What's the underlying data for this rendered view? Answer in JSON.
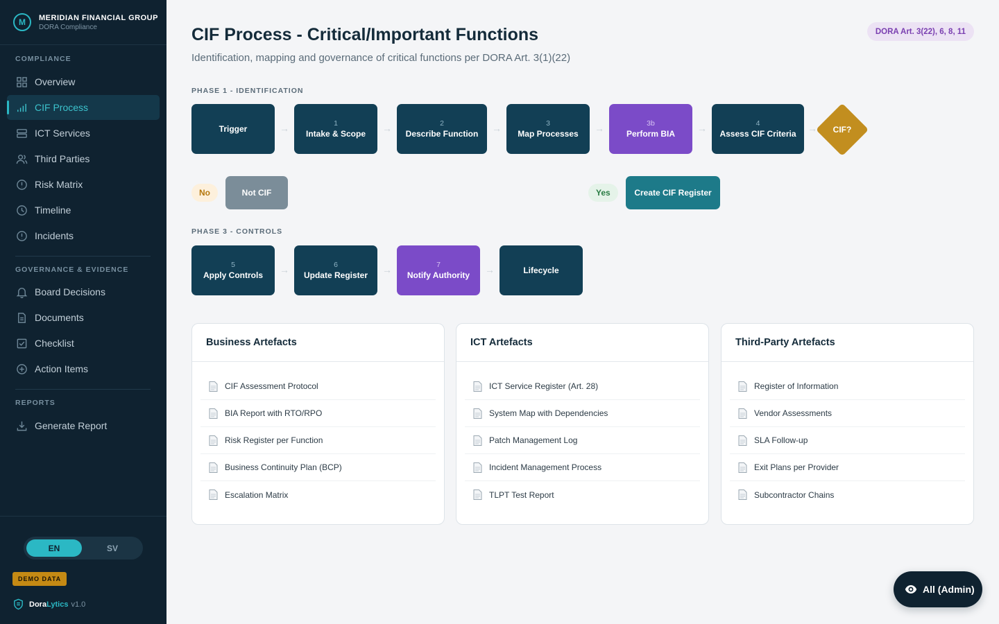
{
  "brand": {
    "logo_letter": "M",
    "name": "MERIDIAN FINANCIAL GROUP",
    "subtitle": "DORA Compliance"
  },
  "sidebar": {
    "section_compliance": "COMPLIANCE",
    "compliance_items": [
      {
        "label": "Overview",
        "icon": "grid-icon"
      },
      {
        "label": "CIF Process",
        "icon": "bar-chart-icon",
        "active": true
      },
      {
        "label": "ICT Services",
        "icon": "server-icon"
      },
      {
        "label": "Third Parties",
        "icon": "users-icon"
      },
      {
        "label": "Risk Matrix",
        "icon": "alert-circle-icon"
      },
      {
        "label": "Timeline",
        "icon": "clock-icon"
      },
      {
        "label": "Incidents",
        "icon": "exclamation-icon"
      }
    ],
    "section_governance": "GOVERNANCE & EVIDENCE",
    "governance_items": [
      {
        "label": "Board Decisions",
        "icon": "bell-icon"
      },
      {
        "label": "Documents",
        "icon": "document-icon"
      },
      {
        "label": "Checklist",
        "icon": "checklist-icon"
      },
      {
        "label": "Action Items",
        "icon": "plus-circle-icon"
      }
    ],
    "section_reports": "REPORTS",
    "report_items": [
      {
        "label": "Generate Report",
        "icon": "download-icon"
      }
    ],
    "lang": {
      "en": "EN",
      "sv": "SV",
      "selected": "EN"
    },
    "demo_badge": "DEMO DATA",
    "footer": {
      "name_a": "Dora",
      "name_b": "Lytics",
      "version": "v1.0"
    }
  },
  "header": {
    "title": "CIF Process - Critical/Important Functions",
    "subtitle": "Identification, mapping and governance of critical functions per DORA Art. 3(1)(22)",
    "badge": "DORA Art. 3(22), 6, 8, 11"
  },
  "phase1": {
    "label": "PHASE 1 - IDENTIFICATION",
    "steps": [
      {
        "num": "",
        "label": "Trigger"
      },
      {
        "num": "1",
        "label": "Intake & Scope"
      },
      {
        "num": "2",
        "label": "Describe Function"
      },
      {
        "num": "3",
        "label": "Map Processes"
      },
      {
        "num": "3b",
        "label": "Perform BIA"
      },
      {
        "num": "4",
        "label": "Assess CIF Criteria"
      }
    ],
    "decision": "CIF?"
  },
  "branch": {
    "no_label": "No",
    "no_result": "Not CIF",
    "yes_label": "Yes",
    "yes_result": "Create CIF Register"
  },
  "phase3": {
    "label": "PHASE 3 - CONTROLS",
    "steps": [
      {
        "num": "5",
        "label": "Apply Controls"
      },
      {
        "num": "6",
        "label": "Update Register"
      },
      {
        "num": "7",
        "label": "Notify Authority"
      },
      {
        "num": "",
        "label": "Lifecycle"
      }
    ]
  },
  "cards": [
    {
      "title": "Business Artefacts",
      "items": [
        "CIF Assessment Protocol",
        "BIA Report with RTO/RPO",
        "Risk Register per Function",
        "Business Continuity Plan (BCP)",
        "Escalation Matrix"
      ]
    },
    {
      "title": "ICT Artefacts",
      "items": [
        "ICT Service Register (Art. 28)",
        "System Map with Dependencies",
        "Patch Management Log",
        "Incident Management Process",
        "TLPT Test Report"
      ]
    },
    {
      "title": "Third-Party Artefacts",
      "items": [
        "Register of Information",
        "Vendor Assessments",
        "SLA Follow-up",
        "Exit Plans per Provider",
        "Subcontractor Chains"
      ]
    }
  ],
  "role_button": {
    "label": "All (Admin)",
    "icon": "eye-icon"
  },
  "colors": {
    "sidebar_bg": "#0f2230",
    "accent": "#2bb8c4",
    "step_dark": "#123f55",
    "step_purple": "#7b4bc8",
    "decision_gold": "#c28e1f",
    "register_teal": "#1d7a89",
    "not_cif_gray": "#7b8d99"
  }
}
